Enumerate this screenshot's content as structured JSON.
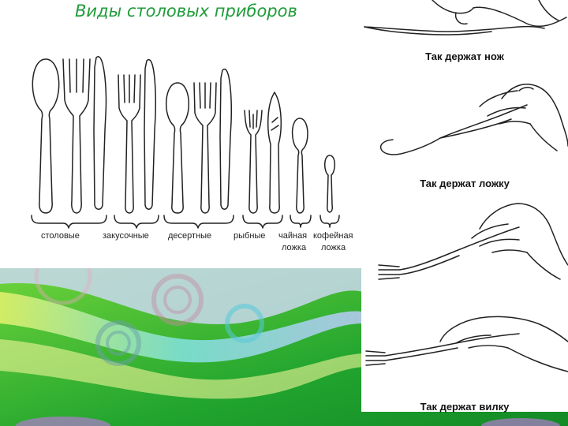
{
  "slide": {
    "title": "Виды столовых приборов",
    "groups": [
      {
        "label": "столовые"
      },
      {
        "label": "закусочные"
      },
      {
        "label": "десертные"
      },
      {
        "label": "рыбные"
      },
      {
        "label_line1": "чайная",
        "label_line2": "ложка"
      },
      {
        "label_line1": "кофейная",
        "label_line2": "ложка"
      }
    ],
    "captions": {
      "knife": "Так держат нож",
      "spoon": "Так держат ложку",
      "fork": "Так держат вилку"
    }
  },
  "colors": {
    "title": "#1f9c3a",
    "green_dark": "#1e9e2c",
    "green_light": "#7fd34a",
    "cyan": "#3fc6d8",
    "yellow": "#e8f06a"
  }
}
